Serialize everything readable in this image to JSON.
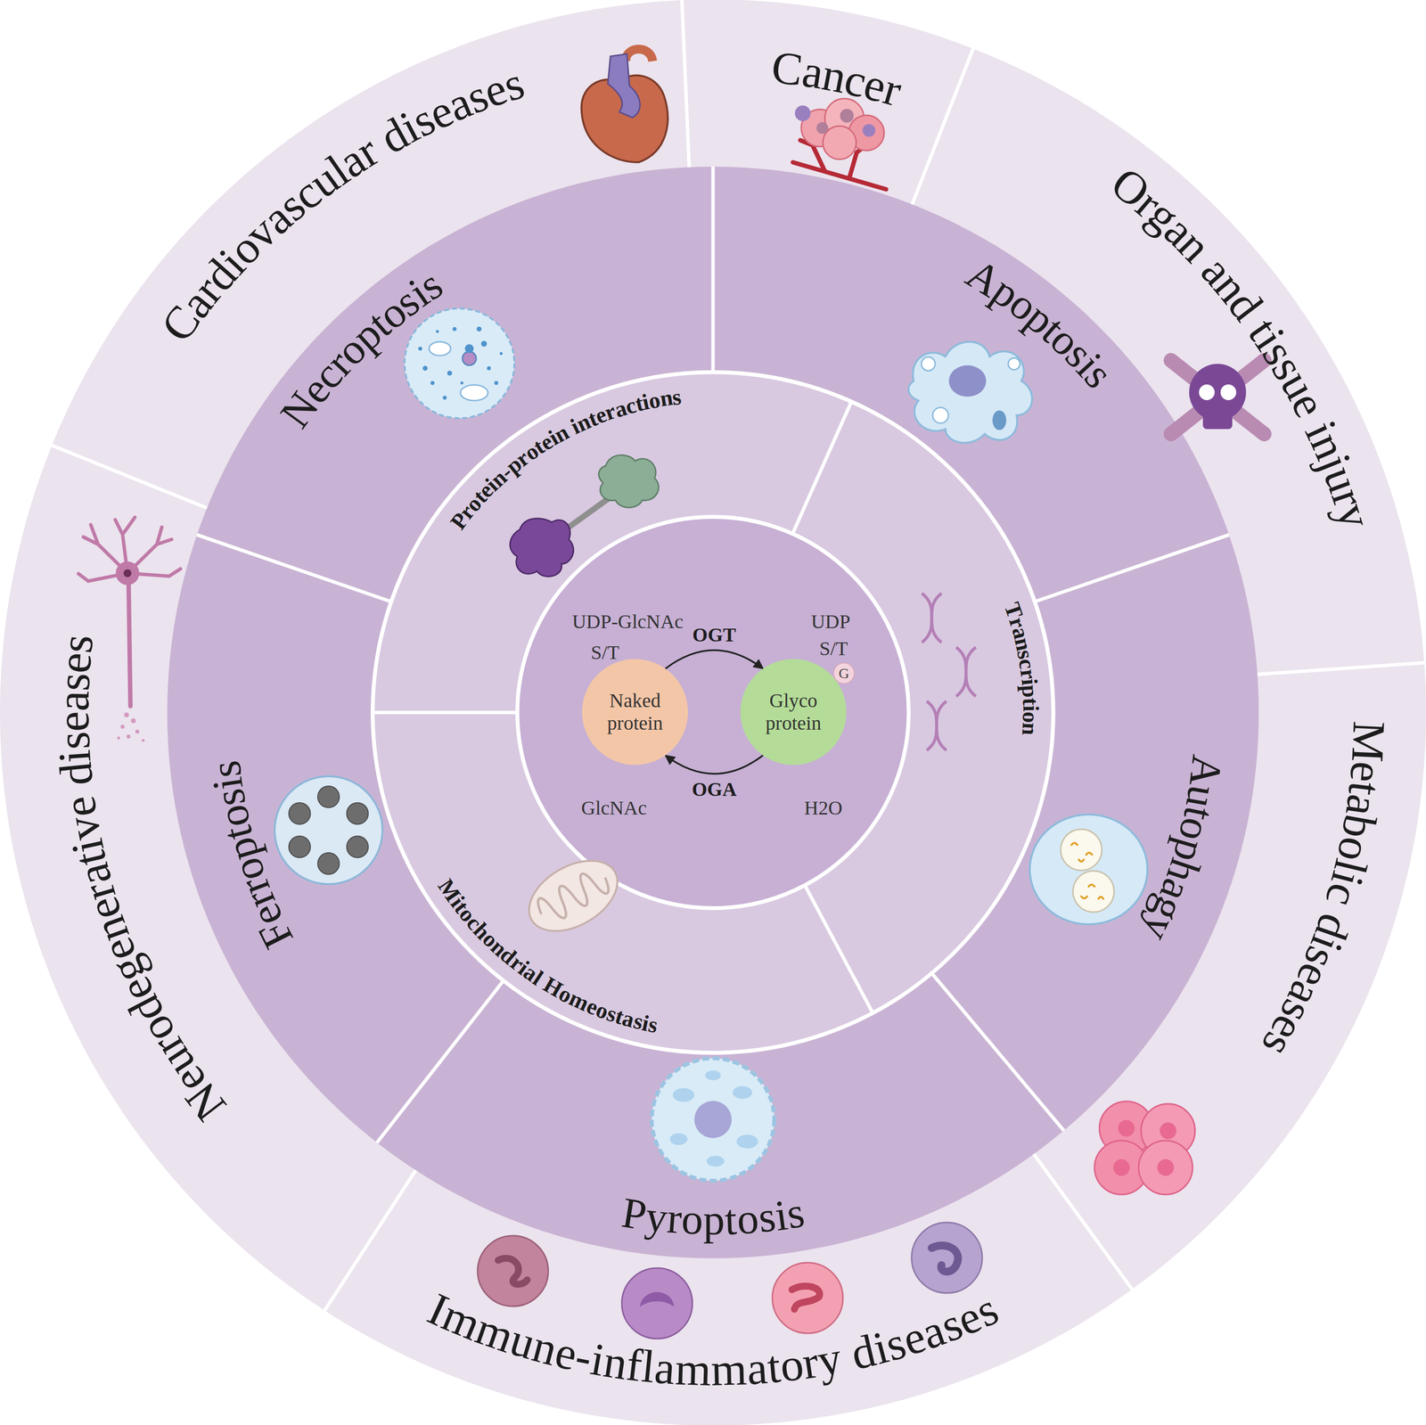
{
  "diagram": {
    "nodes": [
      {
        "text": [
          "Cardiovascular diseases"
        ]
      },
      {
        "text": [
          "Cancer"
        ]
      },
      {
        "text": [
          "Organ and tissue injury"
        ]
      },
      {
        "text": [
          "Metabolic diseases"
        ]
      },
      {
        "text": [
          "Immune-inflammatory diseases"
        ]
      },
      {
        "text": [
          "Neurodegenerative diseases"
        ]
      },
      {
        "text": [
          "Necroptosis"
        ]
      },
      {
        "text": [
          "Apoptosis"
        ]
      },
      {
        "text": [
          "Autophagy"
        ]
      },
      {
        "text": [
          "Pyroptosis"
        ]
      },
      {
        "text": [
          "Ferroptosis"
        ]
      },
      {
        "text": [
          "Protein-protein interactions"
        ]
      },
      {
        "text": [
          "Transcription"
        ]
      },
      {
        "text": [
          "Mitochondrial Homeostasis"
        ]
      },
      {
        "text": [
          "Naked protein"
        ]
      },
      {
        "text": [
          "Glyco protein"
        ]
      },
      {
        "text": [
          "G"
        ],
        "in": 15
      }
    ],
    "edges": [
      {
        "from": 14,
        "to": 15,
        "label": "OGT",
        "arrow": "to"
      },
      {
        "from": 15,
        "to": 14,
        "label": "OGA",
        "arrow": "to"
      }
    ],
    "labels": [
      "UDP-GlcNAc",
      "UDP",
      "S/T",
      "S/T",
      "GlcNAc",
      "H2O"
    ]
  }
}
